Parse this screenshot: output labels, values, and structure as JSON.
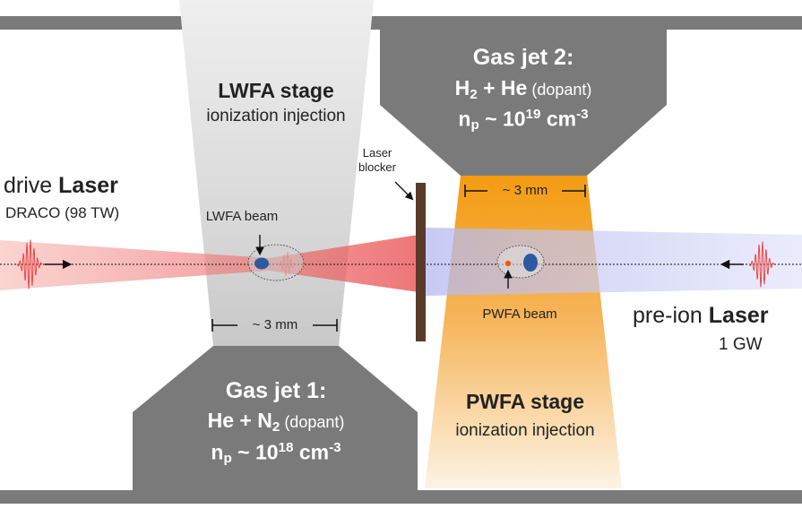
{
  "drive_laser": {
    "prefix": "drive",
    "emph": "Laser",
    "source": "DRACO (98 TW)"
  },
  "preion_laser": {
    "prefix": "pre-ion",
    "emph": "Laser",
    "power": "1 GW"
  },
  "lwfa_stage": {
    "title": "LWFA stage",
    "subtitle": "ionization injection",
    "beam_label": "LWFA beam",
    "width_label": "~ 3 mm"
  },
  "pwfa_stage": {
    "title": "PWFA stage",
    "subtitle": "ionization injection",
    "beam_label": "PWFA beam",
    "width_label": "~ 3 mm"
  },
  "laser_blocker": {
    "line1": "Laser",
    "line2": "blocker"
  },
  "gas_jet_1": {
    "title": "Gas jet 1:",
    "composition": {
      "a": "He + N",
      "a_sub": "2",
      "b": " (dopant)"
    },
    "density": {
      "a": "n",
      "a_sub": "p",
      "b": " ~ 10",
      "b_sup": "18",
      "c": " cm",
      "c_sup": "-3"
    }
  },
  "gas_jet_2": {
    "title": "Gas jet 2:",
    "composition": {
      "a": "H",
      "a_sub": "2",
      "b": " + He",
      "c": " (dopant)"
    },
    "density": {
      "a": "n",
      "a_sub": "p",
      "b": " ~ 10",
      "b_sup": "19",
      "c": " cm",
      "c_sup": "-3"
    }
  },
  "colors": {
    "nozzle_gray": "#7a7a7a",
    "drive_laser_red": "#e8484a",
    "preion_laser_blue": "#b4b8f0",
    "pwfa_orange": "#f39c12",
    "beam_blue": "#2c5aa0",
    "witness_orange": "#f05a14",
    "blocker_brown": "#5a3a2a"
  }
}
